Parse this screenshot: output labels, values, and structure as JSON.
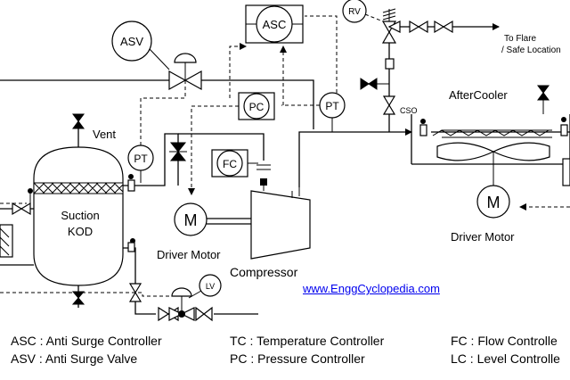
{
  "instruments": {
    "asc": "ASC",
    "asv": "ASV",
    "rv": "RV",
    "pc": "PC",
    "pt_suction": "PT",
    "pt_discharge": "PT",
    "fc": "FC",
    "lv": "LV",
    "cso": "CSO",
    "motor_symbol": "M"
  },
  "labels": {
    "to_flare_1": "To Flare",
    "to_flare_2": "/ Safe Location",
    "vent": "Vent",
    "aftercooler": "AfterCooler",
    "suction_kod_1": "Suction",
    "suction_kod_2": "KOD",
    "driver_motor_left": "Driver Motor",
    "driver_motor_right": "Driver Motor",
    "compressor": "Compressor"
  },
  "link": "www.EnggCyclopedia.com",
  "legend": {
    "asc": "ASC : Anti Surge Controller",
    "asv": "ASV : Anti Surge Valve",
    "tc": "TC : Temperature Controller",
    "pc": "PC : Pressure Controller",
    "fc": "FC : Flow Controlle",
    "lc": "LC : Level Controlle"
  }
}
